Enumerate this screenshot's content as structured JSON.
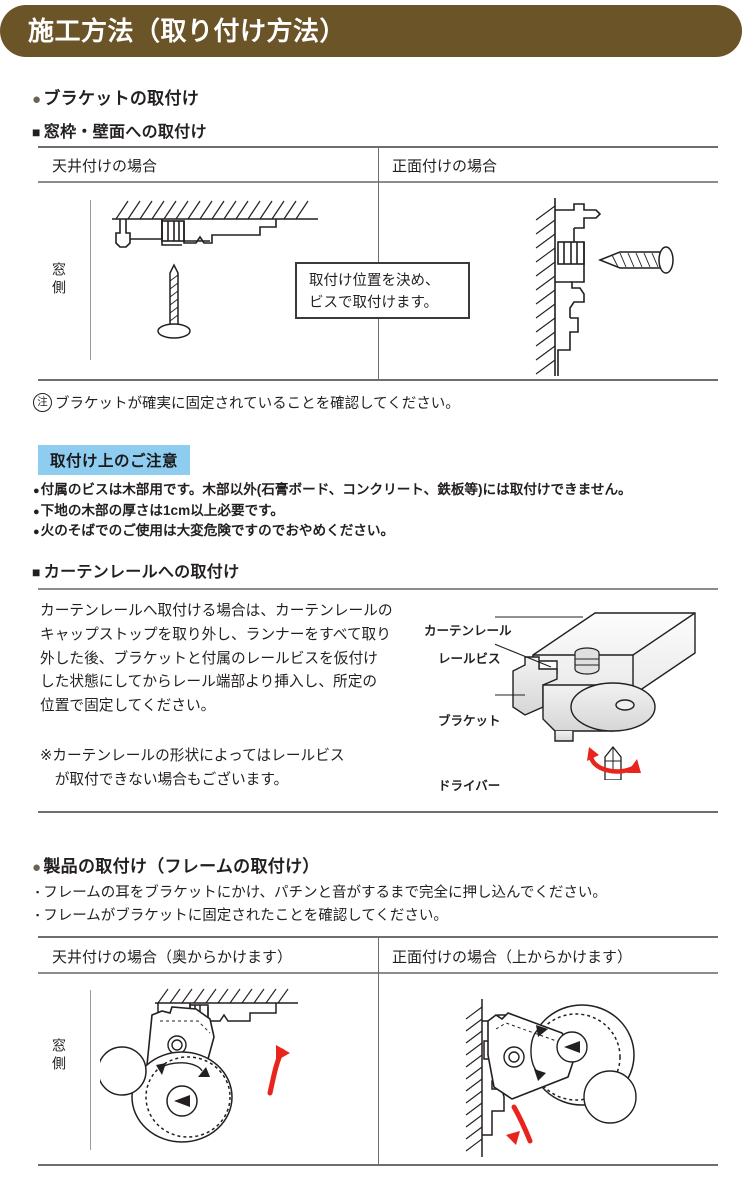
{
  "header": {
    "title": "施工方法（取り付け方法）"
  },
  "section_bracket": {
    "heading": "ブラケットの取付け",
    "sub_heading": "窓枠・壁面への取付け",
    "table": {
      "col1_title": "天井付けの場合",
      "col2_title": "正面付けの場合",
      "side_label": "窓側"
    },
    "callout": {
      "line1": "取付け位置を決め、",
      "line2": "ビスで取付けます。"
    },
    "note": {
      "mark": "注",
      "text": "ブラケットが確実に固定されていることを確認してください。"
    }
  },
  "caution": {
    "tag": "取付け上のご注意",
    "items": [
      "付属のビスは木部用です。木部以外(石膏ボード、コンクリート、鉄板等)には取付けできません。",
      "下地の木部の厚さは1cm以上必要です。",
      "火のそばでのご使用は大変危険ですのでおやめください。"
    ]
  },
  "section_rail": {
    "sub_heading": "カーテンレールへの取付け",
    "paragraph": [
      "カーテンレールへ取付ける場合は、カーテンレールの",
      "キャップストップを取り外し、ランナーをすべて取り",
      "外した後、ブラケットと付属のレールビスを仮付け",
      "した状態にしてからレール端部より挿入し、所定の",
      "位置で固定してください。"
    ],
    "note": [
      "※カーテンレールの形状によってはレールビス",
      "　が取付できない場合もございます。"
    ],
    "diagram_labels": {
      "rail": "カーテンレール",
      "rail_screw": "レールビス",
      "bracket": "ブラケット",
      "driver": "ドライバー"
    }
  },
  "section_frame": {
    "heading": "製品の取付け（フレームの取付け）",
    "items": [
      "フレームの耳をブラケットにかけ、パチンと音がするまで完全に押し込んでください。",
      "フレームがブラケットに固定されたことを確認してください。"
    ],
    "table": {
      "col1_title": "天井付けの場合（奥からかけます）",
      "col2_title": "正面付けの場合（上からかけます）",
      "side_label": "窓側"
    }
  },
  "colors": {
    "header_brown": "#6b5428",
    "caution_blue": "#8ecdf0",
    "arrow_red": "#e8241c",
    "rule_gray": "#8c8c8c",
    "ink": "#231f20"
  }
}
